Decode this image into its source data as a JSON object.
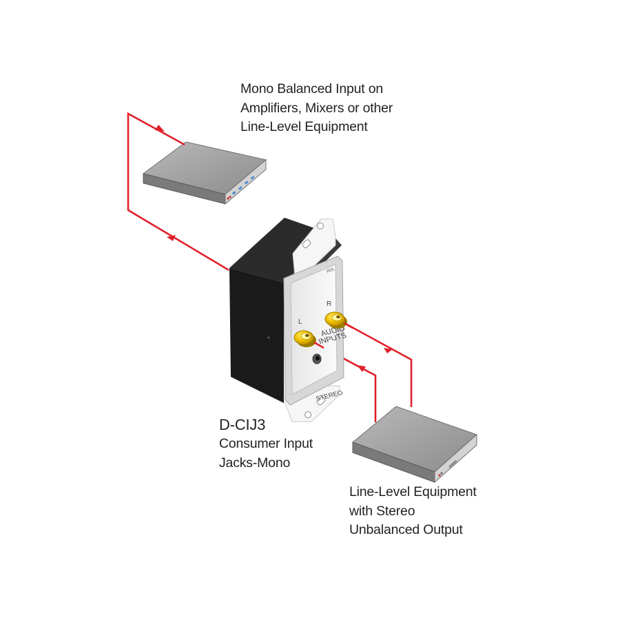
{
  "labels": {
    "top_equipment": [
      "Mono Balanced Input on",
      "Amplifiers, Mixers or other",
      "Line-Level Equipment"
    ],
    "model": "D-CIJ3",
    "model_description": [
      "Consumer Input",
      "Jacks-Mono"
    ],
    "bottom_equipment": [
      "Line-Level Equipment",
      "with Stereo",
      "Unbalanced Output"
    ]
  },
  "faceplate": {
    "brand": "RDL",
    "title_line1": "AUDIO",
    "title_line2": "INPUTS",
    "left_channel": "L",
    "right_channel": "R",
    "stereo": "STEREO"
  },
  "colors": {
    "cable": "#e0202a",
    "wall_box": "#1e1e1e",
    "faceplate": "#f4f4f4",
    "rca_jack": "#f2c300",
    "equipment": "#9a9a9a"
  },
  "icons": {
    "flow_arrow": "arrow-icon",
    "rca_jack": "rca-jack-icon",
    "stereo_jack": "stereo-jack-icon"
  }
}
